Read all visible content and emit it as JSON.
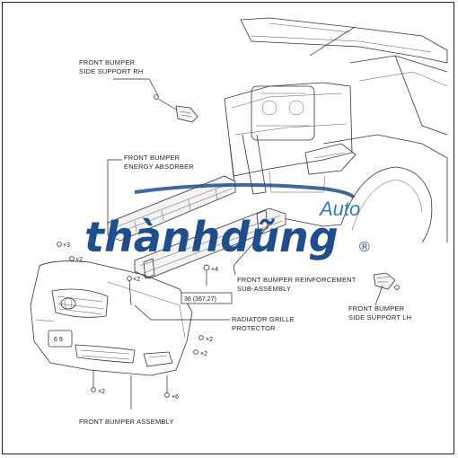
{
  "labels": {
    "side_support_rh": [
      "FRONT BUMPER",
      "SIDE SUPPORT RH"
    ],
    "energy_absorber": [
      "FRONT BUMPER",
      "ENERGY ABSORBER"
    ],
    "reinforcement": [
      "FRONT BUMPER REINFORCEMENT",
      "SUB-ASSEMBLY"
    ],
    "side_support_lh": [
      "FRONT BUMPER",
      "SIDE SUPPORT LH"
    ],
    "grille_protector": [
      "RADIATOR GRILLE",
      "PROTECTOR"
    ],
    "bumper_assembly": [
      "FRONT BUMPER ASSEMBLY"
    ]
  },
  "torque": "36 (367,27)",
  "quantities": {
    "fastener_top_left_a": "×3",
    "fastener_top_left_b": "×2",
    "fastener_center": "×2",
    "bolt_reinforcement": "×4",
    "fastener_right_a": "×2",
    "fastener_right_b": "×2",
    "fastener_bottom_left": "×2",
    "fastener_bottom_right": "×6"
  },
  "watermark": {
    "main": "thànhdũng",
    "sub": "Auto",
    "reg": "®",
    "color_dark": "#1f4e8c",
    "color_light": "#3a77c4"
  }
}
